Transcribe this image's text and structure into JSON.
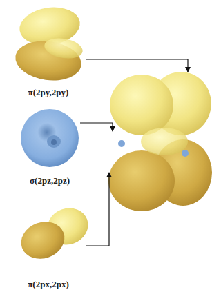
{
  "diagram": {
    "nodes": [
      {
        "text": [
          "π(2py,2py)"
        ]
      },
      {
        "text": [
          "σ(2pz,2pz)"
        ]
      },
      {
        "text": [
          "π(2px,2px)"
        ]
      }
    ]
  }
}
